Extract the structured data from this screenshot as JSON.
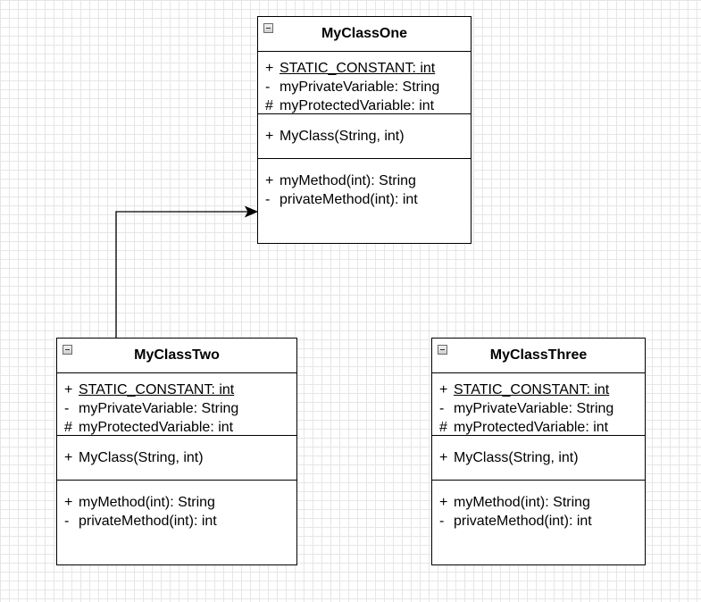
{
  "classes": [
    {
      "name": "MyClassOne",
      "attributes": [
        {
          "visibility": "+",
          "text": "STATIC_CONSTANT: int",
          "static": true
        },
        {
          "visibility": "-",
          "text": "myPrivateVariable: String",
          "static": false
        },
        {
          "visibility": "#",
          "text": "myProtectedVariable: int",
          "static": false
        }
      ],
      "constructors": [
        {
          "visibility": "+",
          "text": "MyClass(String, int)"
        }
      ],
      "methods": [
        {
          "visibility": "+",
          "text": "myMethod(int): String"
        },
        {
          "visibility": "-",
          "text": "privateMethod(int): int"
        }
      ]
    },
    {
      "name": "MyClassTwo",
      "attributes": [
        {
          "visibility": "+",
          "text": "STATIC_CONSTANT: int",
          "static": true
        },
        {
          "visibility": "-",
          "text": "myPrivateVariable: String",
          "static": false
        },
        {
          "visibility": "#",
          "text": "myProtectedVariable: int",
          "static": false
        }
      ],
      "constructors": [
        {
          "visibility": "+",
          "text": "MyClass(String, int)"
        }
      ],
      "methods": [
        {
          "visibility": "+",
          "text": "myMethod(int): String"
        },
        {
          "visibility": "-",
          "text": "privateMethod(int): int"
        }
      ]
    },
    {
      "name": "MyClassThree",
      "attributes": [
        {
          "visibility": "+",
          "text": "STATIC_CONSTANT: int",
          "static": true
        },
        {
          "visibility": "-",
          "text": "myPrivateVariable: String",
          "static": false
        },
        {
          "visibility": "#",
          "text": "myProtectedVariable: int",
          "static": false
        }
      ],
      "constructors": [
        {
          "visibility": "+",
          "text": "MyClass(String, int)"
        }
      ],
      "methods": [
        {
          "visibility": "+",
          "text": "myMethod(int): String"
        },
        {
          "visibility": "-",
          "text": "privateMethod(int): int"
        }
      ]
    }
  ],
  "connectors": [
    {
      "from": "MyClassTwo",
      "to": "MyClassOne"
    }
  ]
}
